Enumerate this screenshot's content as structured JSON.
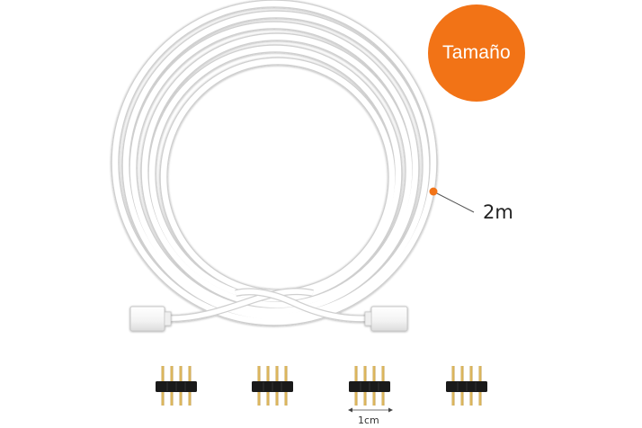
{
  "badge": {
    "label": "Tamaño",
    "color": "#f27316"
  },
  "cable": {
    "length_label": "2m",
    "marker_color": "#f27316"
  },
  "connectors": {
    "count": 4,
    "pin_count_each": 4,
    "scale_label": "1cm"
  }
}
